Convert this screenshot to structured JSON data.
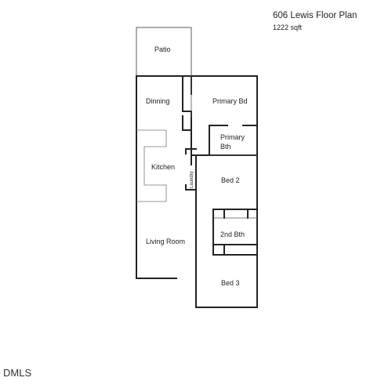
{
  "plan": {
    "title": "606 Lewis Floor Plan",
    "area": "1222 sqft"
  },
  "rooms": {
    "patio": "Patio",
    "dining": "Dinning",
    "primary_bd": "Primary Bd",
    "primary_bth_line1": "Primary",
    "primary_bth_line2": "Bth",
    "kitchen": "Kitchen",
    "laundry": "Laundry",
    "bed2": "Bed 2",
    "second_bth": "2nd Bth",
    "living_room": "Living Room",
    "bed3": "Bed 3"
  },
  "logo_text": "DMLS"
}
